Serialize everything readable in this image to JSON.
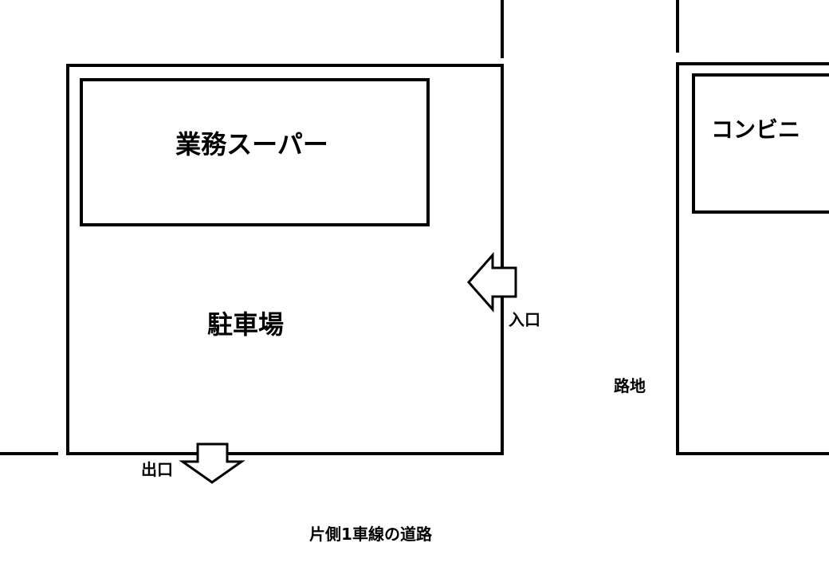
{
  "labels": {
    "supermarket": "業務スーパー",
    "parking": "駐車場",
    "entrance": "入口",
    "exit": "出口",
    "convenience_store": "コンビニ",
    "alley": "路地",
    "road": "片側1車線の道路"
  },
  "colors": {
    "stroke": "#000000",
    "background": "#ffffff"
  }
}
